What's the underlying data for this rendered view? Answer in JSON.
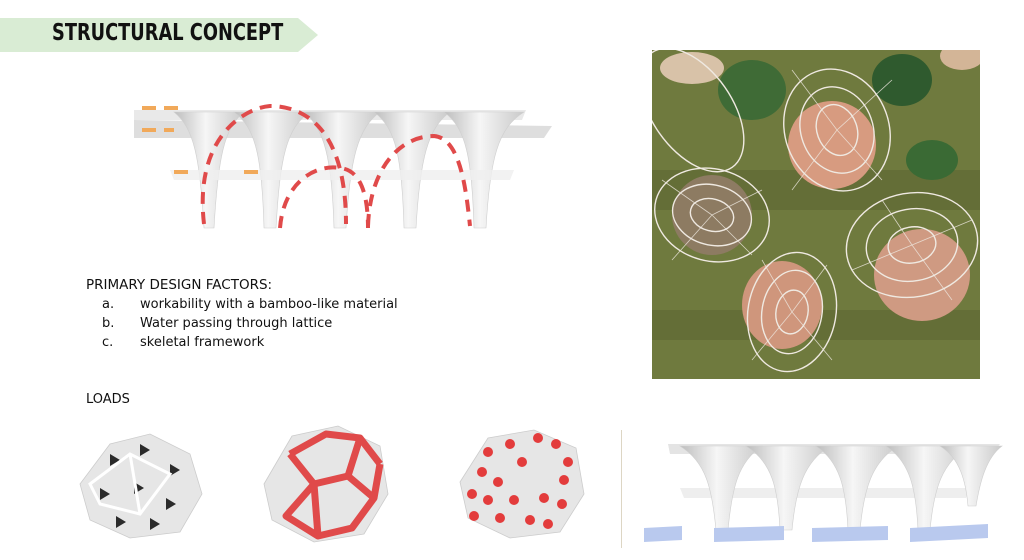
{
  "banner": {
    "title": "STRUCTURAL CONCEPT",
    "bg_color": "#d9ecd4"
  },
  "factors": {
    "heading": "PRIMARY DESIGN FACTORS:",
    "items": [
      {
        "letter": "a.",
        "text": "workability with a bamboo-like material"
      },
      {
        "letter": "b.",
        "text": "Water passing through lattice"
      },
      {
        "letter": "c.",
        "text": "skeletal framework"
      }
    ]
  },
  "loads": {
    "heading": "LOADS"
  },
  "colors": {
    "accent_red": "#e04a4a",
    "accent_orange": "#f1a95a",
    "accent_blue": "#b9c9ee",
    "grass": "#6f7a3e"
  }
}
